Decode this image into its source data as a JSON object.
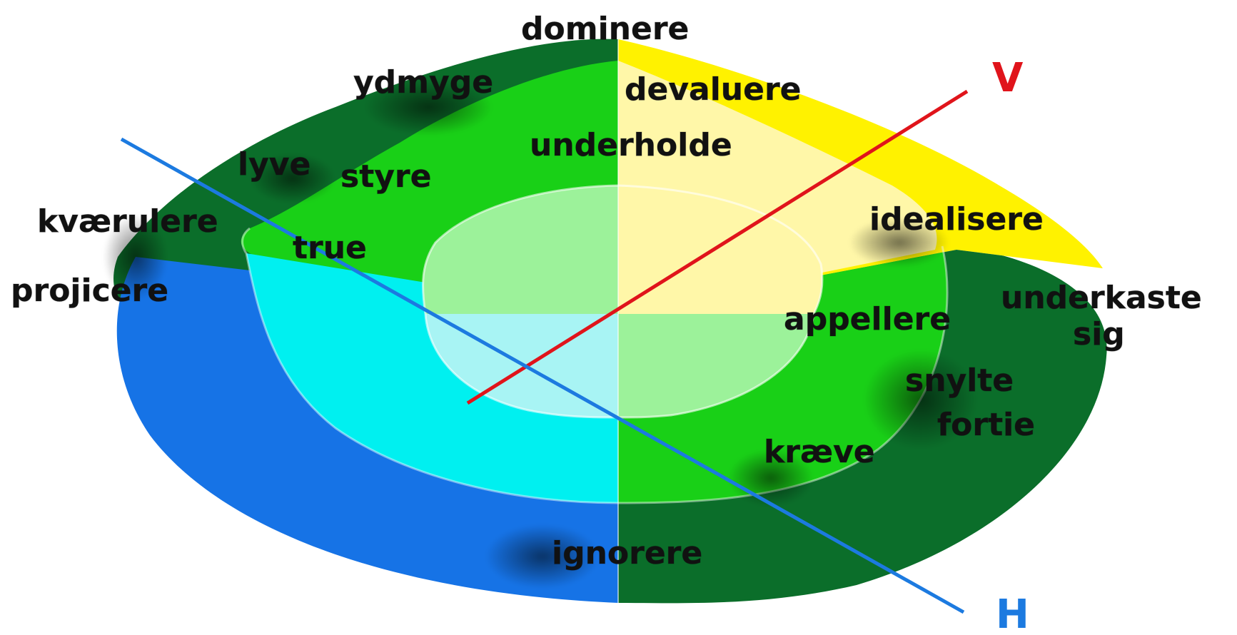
{
  "labels": {
    "dominere": "dominere",
    "ydmyge": "ydmyge",
    "devaluere": "devaluere",
    "underholde": "underholde",
    "lyve": "lyve",
    "styre": "styre",
    "kvaerulere": "kværulere",
    "true": "true",
    "idealisere": "idealisere",
    "projicere": "projicere",
    "underkaste": "underkaste",
    "sig": "sig",
    "appellere": "appellere",
    "snylte": "snylte",
    "fortie": "fortie",
    "kraeve": "kræve",
    "ignorere": "ignorere"
  },
  "axes": {
    "v": {
      "letter": "V",
      "color": "#e0141b"
    },
    "h": {
      "letter": "H",
      "color": "#1c7ae0"
    }
  },
  "colors": {
    "dark_green": "#0b6e2a",
    "green": "#19d017",
    "light_green": "#9cf29a",
    "yellow": "#fff200",
    "light_yellow": "#fff7a8",
    "blue": "#1673e6",
    "cyan": "#00f0f0",
    "light_cyan": "#a8f4f4"
  }
}
